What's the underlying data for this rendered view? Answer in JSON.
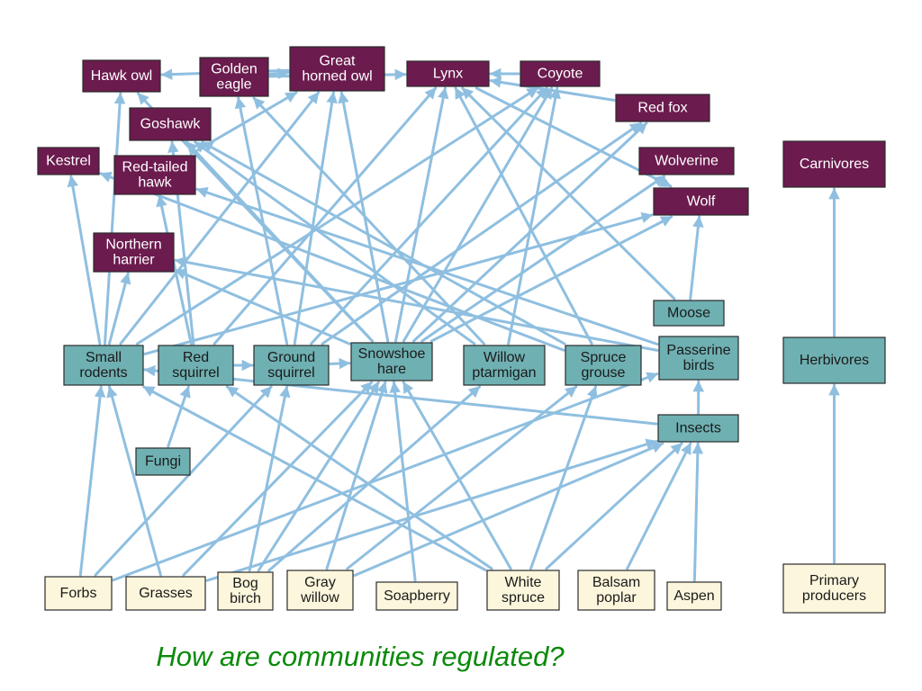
{
  "caption": "How are communities regulated?",
  "colors": {
    "carnivore_fill": "#6b1b4e",
    "carnivore_text": "#ffffff",
    "herbivore_fill": "#6fb0b2",
    "herbivore_text": "#1a1a1a",
    "producer_fill": "#fcf6dc",
    "producer_text": "#1a1a1a",
    "arrow": "#8fbfe0",
    "caption": "#0a8a0a"
  },
  "nodes": [
    {
      "id": "hawk-owl",
      "tier": "carnivore",
      "lines": [
        "Hawk owl"
      ]
    },
    {
      "id": "golden-eagle",
      "tier": "carnivore",
      "lines": [
        "Golden",
        "eagle"
      ]
    },
    {
      "id": "great-horned-owl",
      "tier": "carnivore",
      "lines": [
        "Great",
        "horned owl"
      ]
    },
    {
      "id": "lynx",
      "tier": "carnivore",
      "lines": [
        "Lynx"
      ]
    },
    {
      "id": "coyote",
      "tier": "carnivore",
      "lines": [
        "Coyote"
      ]
    },
    {
      "id": "goshawk",
      "tier": "carnivore",
      "lines": [
        "Goshawk"
      ]
    },
    {
      "id": "red-fox",
      "tier": "carnivore",
      "lines": [
        "Red fox"
      ]
    },
    {
      "id": "kestrel",
      "tier": "carnivore",
      "lines": [
        "Kestrel"
      ]
    },
    {
      "id": "red-tailed-hawk",
      "tier": "carnivore",
      "lines": [
        "Red-tailed",
        "hawk"
      ]
    },
    {
      "id": "wolverine",
      "tier": "carnivore",
      "lines": [
        "Wolverine"
      ]
    },
    {
      "id": "wolf",
      "tier": "carnivore",
      "lines": [
        "Wolf"
      ]
    },
    {
      "id": "northern-harrier",
      "tier": "carnivore",
      "lines": [
        "Northern",
        "harrier"
      ]
    },
    {
      "id": "carnivores",
      "tier": "carnivore",
      "lines": [
        "Carnivores"
      ]
    },
    {
      "id": "moose",
      "tier": "herbivore",
      "lines": [
        "Moose"
      ]
    },
    {
      "id": "small-rodents",
      "tier": "herbivore",
      "lines": [
        "Small",
        "rodents"
      ]
    },
    {
      "id": "red-squirrel",
      "tier": "herbivore",
      "lines": [
        "Red",
        "squirrel"
      ]
    },
    {
      "id": "ground-squirrel",
      "tier": "herbivore",
      "lines": [
        "Ground",
        "squirrel"
      ]
    },
    {
      "id": "snowshoe-hare",
      "tier": "herbivore",
      "lines": [
        "Snowshoe",
        "hare"
      ]
    },
    {
      "id": "willow-ptarmigan",
      "tier": "herbivore",
      "lines": [
        "Willow",
        "ptarmigan"
      ]
    },
    {
      "id": "spruce-grouse",
      "tier": "herbivore",
      "lines": [
        "Spruce",
        "grouse"
      ]
    },
    {
      "id": "passerine-birds",
      "tier": "herbivore",
      "lines": [
        "Passerine",
        "birds"
      ]
    },
    {
      "id": "herbivores",
      "tier": "herbivore",
      "lines": [
        "Herbivores"
      ]
    },
    {
      "id": "insects",
      "tier": "herbivore",
      "lines": [
        "Insects"
      ]
    },
    {
      "id": "fungi",
      "tier": "herbivore",
      "lines": [
        "Fungi"
      ]
    },
    {
      "id": "forbs",
      "tier": "producer",
      "lines": [
        "Forbs"
      ]
    },
    {
      "id": "grasses",
      "tier": "producer",
      "lines": [
        "Grasses"
      ]
    },
    {
      "id": "bog-birch",
      "tier": "producer",
      "lines": [
        "Bog",
        "birch"
      ]
    },
    {
      "id": "gray-willow",
      "tier": "producer",
      "lines": [
        "Gray",
        "willow"
      ]
    },
    {
      "id": "soapberry",
      "tier": "producer",
      "lines": [
        "Soapberry"
      ]
    },
    {
      "id": "white-spruce",
      "tier": "producer",
      "lines": [
        "White",
        "spruce"
      ]
    },
    {
      "id": "balsam-poplar",
      "tier": "producer",
      "lines": [
        "Balsam",
        "poplar"
      ]
    },
    {
      "id": "aspen",
      "tier": "producer",
      "lines": [
        "Aspen"
      ]
    },
    {
      "id": "primary-producers",
      "tier": "producer",
      "lines": [
        "Primary",
        "producers"
      ]
    }
  ],
  "links": [
    {
      "from": "primary-producers",
      "to": "herbivores"
    },
    {
      "from": "herbivores",
      "to": "carnivores"
    },
    {
      "from": "forbs",
      "to": "small-rodents"
    },
    {
      "from": "forbs",
      "to": "ground-squirrel"
    },
    {
      "from": "forbs",
      "to": "passerine-birds"
    },
    {
      "from": "grasses",
      "to": "small-rodents"
    },
    {
      "from": "grasses",
      "to": "snowshoe-hare"
    },
    {
      "from": "grasses",
      "to": "insects"
    },
    {
      "from": "bog-birch",
      "to": "ground-squirrel"
    },
    {
      "from": "bog-birch",
      "to": "snowshoe-hare"
    },
    {
      "from": "bog-birch",
      "to": "willow-ptarmigan"
    },
    {
      "from": "gray-willow",
      "to": "snowshoe-hare"
    },
    {
      "from": "gray-willow",
      "to": "spruce-grouse"
    },
    {
      "from": "gray-willow",
      "to": "insects"
    },
    {
      "from": "soapberry",
      "to": "snowshoe-hare"
    },
    {
      "from": "white-spruce",
      "to": "small-rodents"
    },
    {
      "from": "white-spruce",
      "to": "red-squirrel"
    },
    {
      "from": "white-spruce",
      "to": "snowshoe-hare"
    },
    {
      "from": "white-spruce",
      "to": "spruce-grouse"
    },
    {
      "from": "white-spruce",
      "to": "insects"
    },
    {
      "from": "balsam-poplar",
      "to": "insects"
    },
    {
      "from": "aspen",
      "to": "insects"
    },
    {
      "from": "fungi",
      "to": "red-squirrel"
    },
    {
      "from": "insects",
      "to": "passerine-birds"
    },
    {
      "from": "insects",
      "to": "small-rodents"
    },
    {
      "from": "moose",
      "to": "wolf"
    },
    {
      "from": "small-rodents",
      "to": "hawk-owl"
    },
    {
      "from": "small-rodents",
      "to": "kestrel"
    },
    {
      "from": "small-rodents",
      "to": "northern-harrier"
    },
    {
      "from": "small-rodents",
      "to": "great-horned-owl"
    },
    {
      "from": "small-rodents",
      "to": "coyote"
    },
    {
      "from": "small-rodents",
      "to": "wolf"
    },
    {
      "from": "red-squirrel",
      "to": "goshawk"
    },
    {
      "from": "red-squirrel",
      "to": "red-tailed-hawk"
    },
    {
      "from": "red-squirrel",
      "to": "lynx"
    },
    {
      "from": "red-squirrel",
      "to": "ground-squirrel"
    },
    {
      "from": "ground-squirrel",
      "to": "golden-eagle"
    },
    {
      "from": "ground-squirrel",
      "to": "great-horned-owl"
    },
    {
      "from": "ground-squirrel",
      "to": "coyote"
    },
    {
      "from": "ground-squirrel",
      "to": "red-fox"
    },
    {
      "from": "ground-squirrel",
      "to": "snowshoe-hare"
    },
    {
      "from": "snowshoe-hare",
      "to": "hawk-owl"
    },
    {
      "from": "snowshoe-hare",
      "to": "goshawk"
    },
    {
      "from": "snowshoe-hare",
      "to": "great-horned-owl"
    },
    {
      "from": "snowshoe-hare",
      "to": "lynx"
    },
    {
      "from": "snowshoe-hare",
      "to": "coyote"
    },
    {
      "from": "snowshoe-hare",
      "to": "red-fox"
    },
    {
      "from": "snowshoe-hare",
      "to": "wolverine"
    },
    {
      "from": "snowshoe-hare",
      "to": "wolf"
    },
    {
      "from": "snowshoe-hare",
      "to": "northern-harrier"
    },
    {
      "from": "willow-ptarmigan",
      "to": "golden-eagle"
    },
    {
      "from": "willow-ptarmigan",
      "to": "coyote"
    },
    {
      "from": "willow-ptarmigan",
      "to": "goshawk"
    },
    {
      "from": "spruce-grouse",
      "to": "goshawk"
    },
    {
      "from": "spruce-grouse",
      "to": "lynx"
    },
    {
      "from": "spruce-grouse",
      "to": "kestrel"
    },
    {
      "from": "passerine-birds",
      "to": "northern-harrier"
    },
    {
      "from": "passerine-birds",
      "to": "red-tailed-hawk"
    },
    {
      "from": "moose",
      "to": "lynx"
    },
    {
      "from": "great-horned-owl",
      "to": "hawk-owl"
    },
    {
      "from": "golden-eagle",
      "to": "great-horned-owl"
    },
    {
      "from": "coyote",
      "to": "lynx"
    },
    {
      "from": "red-fox",
      "to": "lynx"
    },
    {
      "from": "golden-eagle",
      "to": "lynx"
    },
    {
      "from": "lynx",
      "to": "wolf"
    },
    {
      "from": "red-tailed-hawk",
      "to": "great-horned-owl"
    }
  ]
}
